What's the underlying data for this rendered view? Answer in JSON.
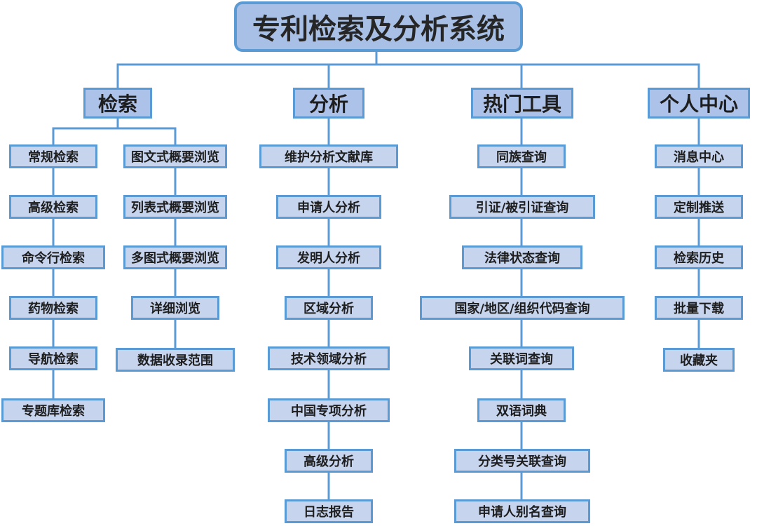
{
  "root": {
    "title": "专利检索及分析系统"
  },
  "categories": [
    {
      "label": "检索",
      "columns": [
        [
          "常规检索",
          "高级检索",
          "命令行检索",
          "药物检索",
          "导航检索",
          "专题库检索"
        ],
        [
          "图文式概要浏览",
          "列表式概要浏览",
          "多图式概要浏览",
          "详细浏览",
          "数据收录范围"
        ]
      ]
    },
    {
      "label": "分析",
      "columns": [
        [
          "维护分析文献库",
          "申请人分析",
          "发明人分析",
          "区域分析",
          "技术领域分析",
          "中国专项分析",
          "高级分析",
          "日志报告"
        ]
      ]
    },
    {
      "label": "热门工具",
      "columns": [
        [
          "同族查询",
          "引证/被引证查询",
          "法律状态查询",
          "国家/地区/组织代码查询",
          "关联词查询",
          "双语词典",
          "分类号关联查询",
          "申请人别名查询"
        ]
      ]
    },
    {
      "label": "个人中心",
      "columns": [
        [
          "消息中心",
          "定制推送",
          "检索历史",
          "批量下载",
          "收藏夹"
        ]
      ]
    }
  ]
}
